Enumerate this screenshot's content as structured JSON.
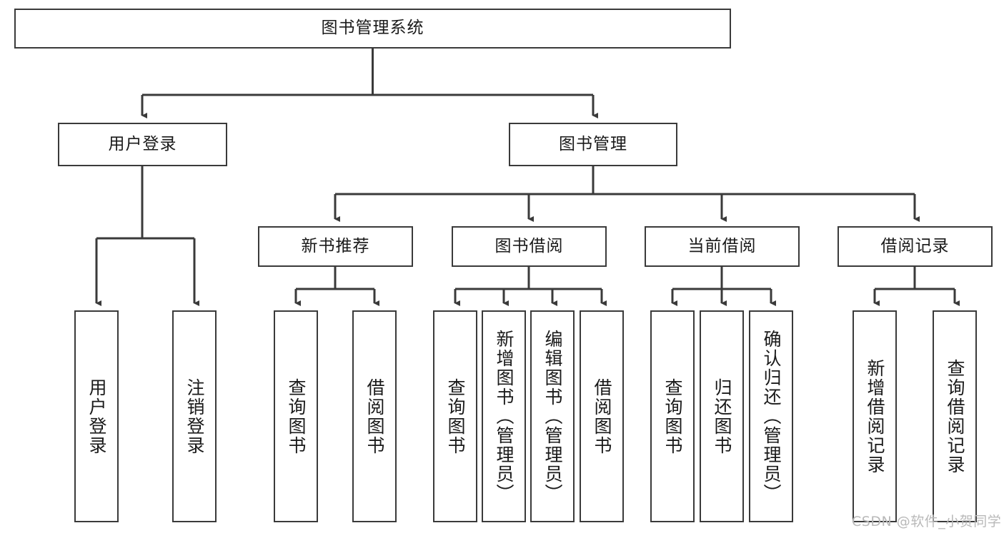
{
  "diagram": {
    "type": "tree-hierarchy",
    "title": "图书管理系统",
    "watermark": "CSDN @软件_小贺同学",
    "colors": {
      "box_border": "#3a3a3a",
      "box_fill": "#ffffff",
      "edge": "#3a3a3a",
      "text": "#1a1a1a",
      "watermark": "#b9b9b9",
      "background": "#ffffff"
    },
    "levels": {
      "root": {
        "label": "图书管理系统"
      },
      "level2": [
        {
          "id": "user-login",
          "label": "用户登录"
        },
        {
          "id": "book-management",
          "label": "图书管理"
        }
      ],
      "level3": [
        {
          "id": "new-book-recommend",
          "label": "新书推荐",
          "parent": "book-management"
        },
        {
          "id": "book-borrow",
          "label": "图书借阅",
          "parent": "book-management"
        },
        {
          "id": "current-borrow",
          "label": "当前借阅",
          "parent": "book-management"
        },
        {
          "id": "borrow-record",
          "label": "借阅记录",
          "parent": "book-management"
        }
      ],
      "leaves": [
        {
          "id": "leaf-user-login",
          "label": "用户登录",
          "parent": "user-login"
        },
        {
          "id": "leaf-user-logout",
          "label": "注销登录",
          "parent": "user-login"
        },
        {
          "id": "leaf-query-book-1",
          "label": "查询图书",
          "parent": "new-book-recommend"
        },
        {
          "id": "leaf-borrow-book-1",
          "label": "借阅图书",
          "parent": "new-book-recommend"
        },
        {
          "id": "leaf-query-book-2",
          "label": "查询图书",
          "parent": "book-borrow"
        },
        {
          "id": "leaf-add-book",
          "label": "新增图书（管理员）",
          "parent": "book-borrow"
        },
        {
          "id": "leaf-edit-book",
          "label": "编辑图书（管理员）",
          "parent": "book-borrow"
        },
        {
          "id": "leaf-borrow-book-2",
          "label": "借阅图书",
          "parent": "book-borrow"
        },
        {
          "id": "leaf-query-book-3",
          "label": "查询图书",
          "parent": "current-borrow"
        },
        {
          "id": "leaf-return-book",
          "label": "归还图书",
          "parent": "current-borrow"
        },
        {
          "id": "leaf-confirm-return",
          "label": "确认归还（管理员）",
          "parent": "current-borrow"
        },
        {
          "id": "leaf-add-record",
          "label": "新增借阅记录",
          "parent": "borrow-record"
        },
        {
          "id": "leaf-query-record",
          "label": "查询借阅记录",
          "parent": "borrow-record"
        }
      ]
    }
  }
}
